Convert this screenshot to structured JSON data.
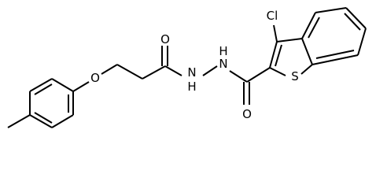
{
  "molecule": {
    "atom_labels": {
      "oxygen_ether": "O",
      "oxygen_glycolyl_carbonyl": "O",
      "nh_left": "N",
      "h_left": "H",
      "nh_right": "N",
      "h_right": "H",
      "oxygen_amide_carbonyl": "O",
      "sulfur": "S",
      "chlorine": "Cl"
    }
  }
}
